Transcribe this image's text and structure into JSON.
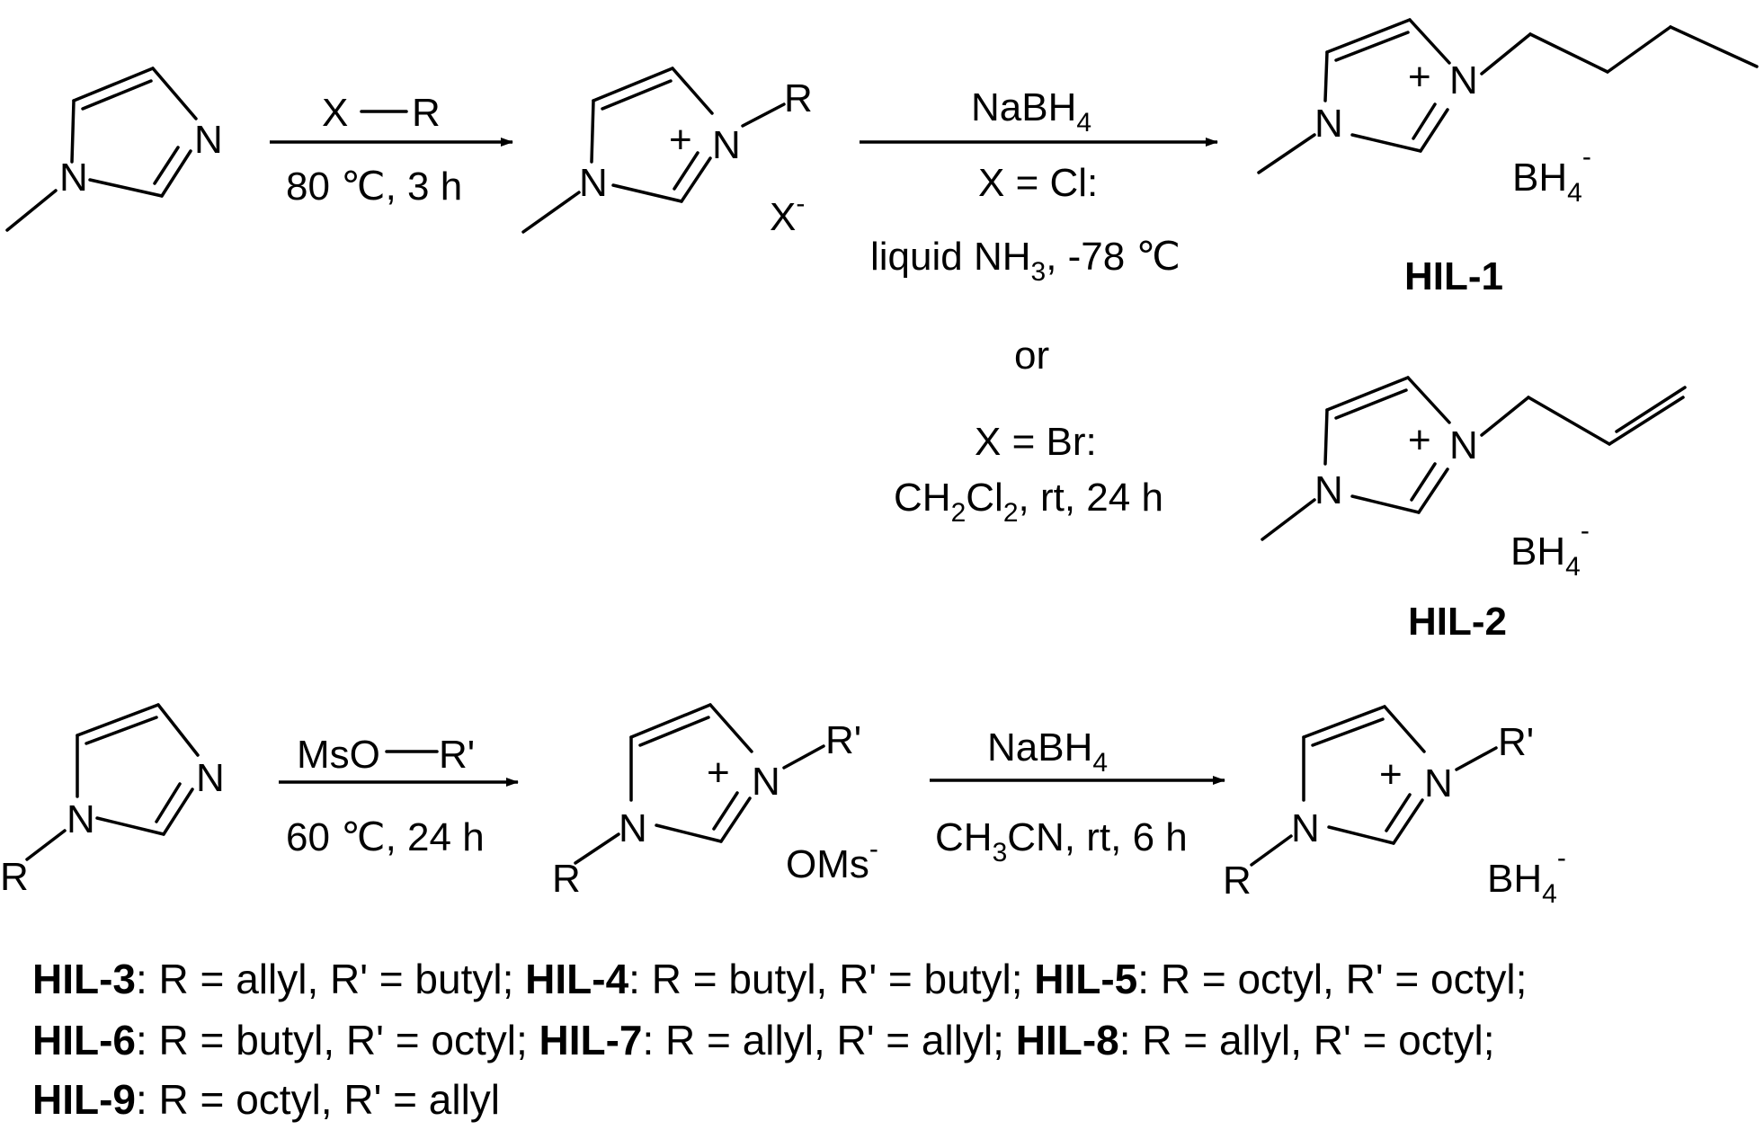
{
  "top_row": {
    "reagent": {
      "x": "X",
      "r": "R"
    },
    "condition_1": "80 ℃, 3 h",
    "intermediate": {
      "n_plus": "N",
      "n": "N",
      "plus": "+",
      "r": "R",
      "anion": "X",
      "anion_charge": "-"
    },
    "reductant": "NaBH",
    "reductant_sub": "4",
    "cond_cl_header": "X = Cl:",
    "cond_cl_text": "liquid NH",
    "cond_cl_sub": "3",
    "cond_cl_tail": ", -78 ℃",
    "or": "or",
    "cond_br_header": "X = Br:",
    "cond_br_p1": "CH",
    "cond_br_s1": "2",
    "cond_br_p2": "Cl",
    "cond_br_s2": "2",
    "cond_br_p3": ", rt, 24 h",
    "product_1_label": "HIL-1",
    "product_2_label": "HIL-2",
    "anion_bh": "BH",
    "anion_bh_sub": "4",
    "anion_bh_charge": "-"
  },
  "bottom_row": {
    "reagent": {
      "ms": "MsO",
      "r": "R'"
    },
    "condition_1": "60 ℃, 24 h",
    "intermediate_anion": "OMs",
    "intermediate_anion_charge": "-",
    "reductant": "NaBH",
    "reductant_sub": "4",
    "condition_2_p1": "CH",
    "condition_2_s1": "3",
    "condition_2_p2": "CN, rt, 6 h",
    "r": "R",
    "r_prime": "R'",
    "n": "N",
    "plus": "+"
  },
  "legend": {
    "line1": [
      {
        "label": "HIL-3",
        "text": ": R = allyl, R' = butyl;  "
      },
      {
        "label": "HIL-4",
        "text": ": R = butyl, R' = butyl; "
      },
      {
        "label": "HIL-5",
        "text": ": R = octyl, R' = octyl;"
      }
    ],
    "line2": [
      {
        "label": "HIL-6",
        "text": ": R = butyl, R' = octyl; "
      },
      {
        "label": "HIL-7",
        "text": ": R = allyl, R' = allyl; "
      },
      {
        "label": "HIL-8",
        "text": ": R = allyl, R' = octyl;"
      }
    ],
    "line3": [
      {
        "label": "HIL-9",
        "text": ": R = octyl, R' = allyl"
      }
    ]
  }
}
